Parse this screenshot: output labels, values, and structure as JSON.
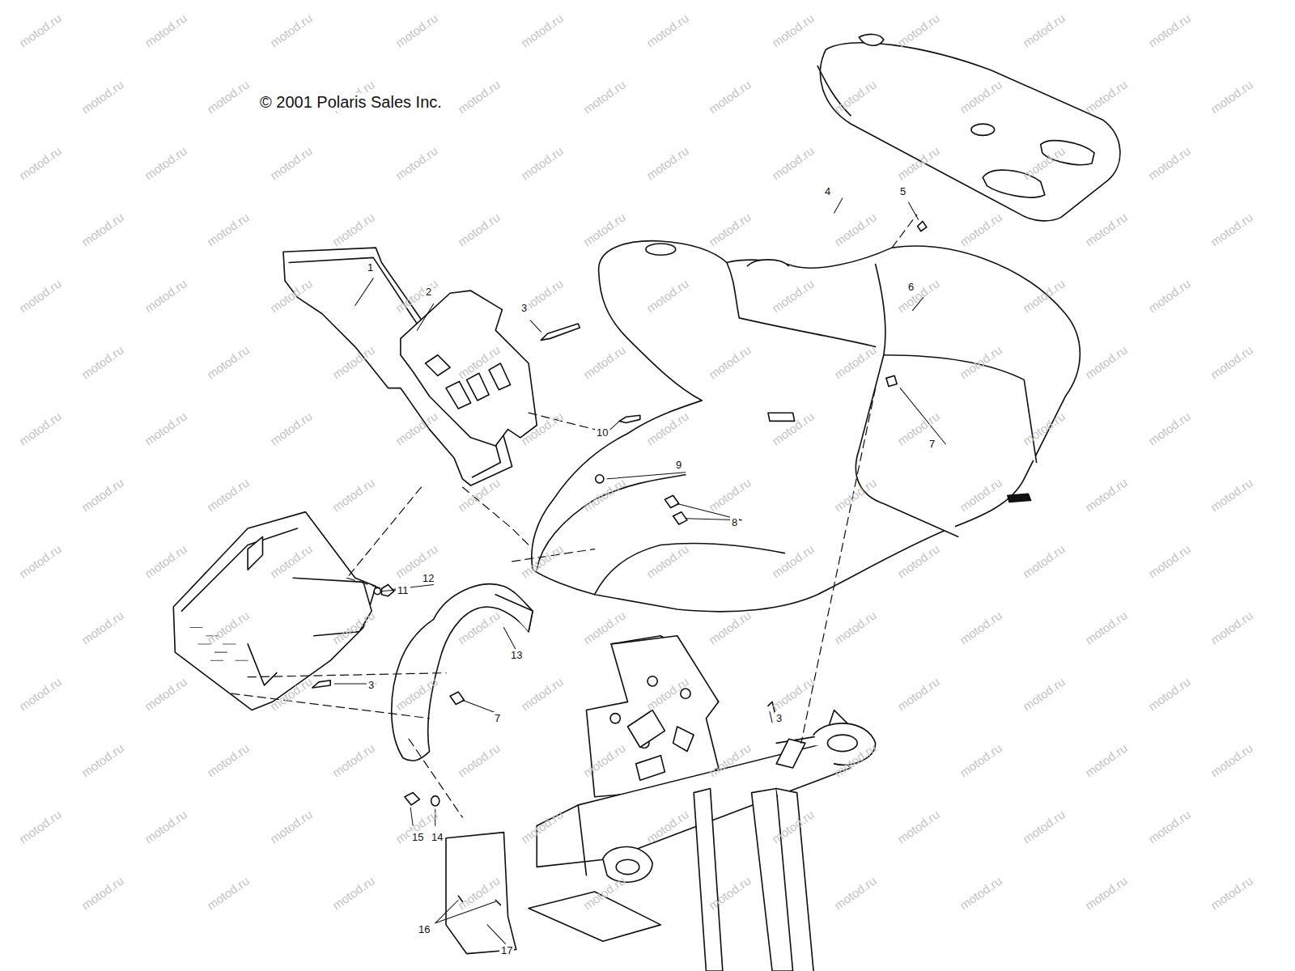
{
  "diagram": {
    "labels": [
      "© 2001 Polaris Sales Inc.",
      "1",
      "2",
      "3",
      "4",
      "5",
      "6",
      "7",
      "10",
      "9",
      "8",
      "11",
      "12",
      "3",
      "13",
      "7",
      "3",
      "15",
      "14",
      "16",
      "17",
      "motod.ru",
      "motod.ru",
      "motod.ru",
      "motod.ru",
      "motod.ru",
      "motod.ru",
      "motod.ru",
      "motod.ru",
      "motod.ru",
      "motod.ru",
      "motod.ru",
      "motod.ru",
      "motod.ru",
      "motod.ru",
      "motod.ru",
      "motod.ru",
      "motod.ru",
      "motod.ru",
      "motod.ru",
      "motod.ru",
      "motod.ru",
      "motod.ru",
      "motod.ru",
      "motod.ru",
      "motod.ru",
      "motod.ru",
      "motod.ru",
      "motod.ru",
      "motod.ru",
      "motod.ru",
      "motod.ru",
      "motod.ru",
      "motod.ru",
      "motod.ru",
      "motod.ru",
      "motod.ru",
      "motod.ru",
      "motod.ru",
      "motod.ru",
      "motod.ru",
      "motod.ru",
      "motod.ru",
      "motod.ru",
      "motod.ru",
      "motod.ru",
      "motod.ru",
      "motod.ru",
      "motod.ru",
      "motod.ru",
      "motod.ru",
      "motod.ru",
      "motod.ru",
      "motod.ru",
      "motod.ru",
      "motod.ru",
      "motod.ru",
      "motod.ru",
      "motod.ru",
      "motod.ru",
      "motod.ru",
      "motod.ru",
      "motod.ru",
      "motod.ru",
      "motod.ru",
      "motod.ru",
      "motod.ru",
      "motod.ru",
      "motod.ru",
      "motod.ru",
      "motod.ru",
      "motod.ru",
      "motod.ru",
      "motod.ru",
      "motod.ru",
      "motod.ru",
      "motod.ru",
      "motod.ru",
      "motod.ru",
      "motod.ru",
      "motod.ru",
      "motod.ru",
      "motod.ru",
      "motod.ru",
      "motod.ru",
      "motod.ru",
      "motod.ru",
      "motod.ru",
      "motod.ru",
      "motod.ru",
      "motod.ru",
      "motod.ru",
      "motod.ru",
      "motod.ru",
      "motod.ru",
      "motod.ru",
      "motod.ru",
      "motod.ru",
      "motod.ru",
      "motod.ru",
      "motod.ru",
      "motod.ru",
      "motod.ru",
      "motod.ru",
      "motod.ru",
      "motod.ru",
      "motod.ru",
      "motod.ru",
      "motod.ru",
      "motod.ru",
      "motod.ru",
      "motod.ru",
      "motod.ru",
      "motod.ru",
      "motod.ru",
      "motod.ru",
      "motod.ru",
      "motod.ru",
      "motod.ru",
      "motod.ru",
      "motod.ru",
      "motod.ru",
      "motod.ru",
      "motod.ru",
      "motod.ru",
      "motod.ru",
      "motod.ru",
      "motod.ru",
      "motod.ru",
      "motod.ru",
      "motod.ru",
      "motod.ru",
      "motod.ru",
      "motod.ru",
      "motod.ru",
      "motod.ru",
      "motod.ru",
      "motod.ru",
      "motod.ru",
      "motod.ru",
      "motod.ru"
    ]
  }
}
